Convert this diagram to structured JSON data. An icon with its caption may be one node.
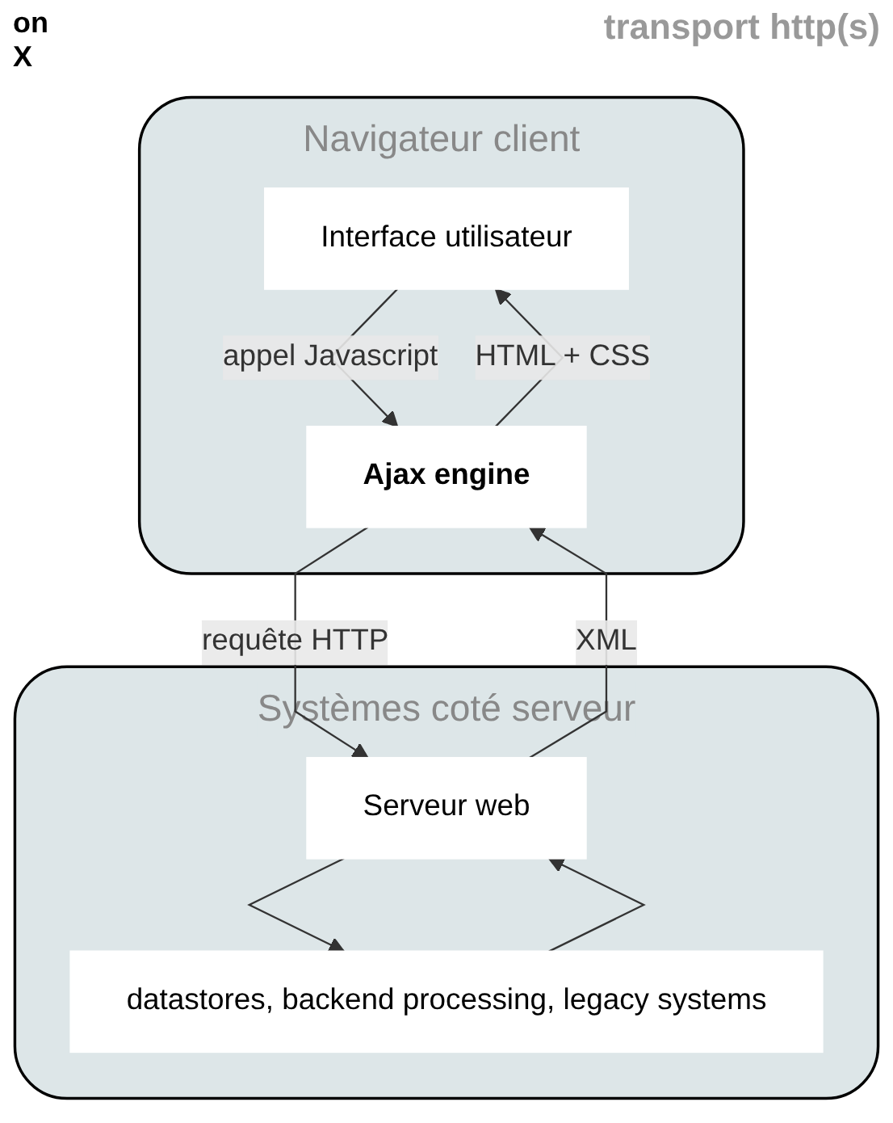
{
  "diagram": {
    "nodes": [
      {
        "text": [
          "Navigateur client"
        ]
      },
      {
        "text": [
          "Interface utilisateur"
        ],
        "in": 0
      },
      {
        "text": [
          "Ajax engine"
        ],
        "in": 0
      },
      {
        "text": [
          "Systèmes coté serveur"
        ]
      },
      {
        "text": [
          "Serveur web"
        ],
        "in": 3
      },
      {
        "text": [
          "datastores, backend processing, legacy systems"
        ],
        "in": 3
      }
    ],
    "edges": [
      {
        "from": 1,
        "to": 2,
        "arrow": "to",
        "label": "appel Javascript"
      },
      {
        "from": 2,
        "to": 1,
        "arrow": "to",
        "label": "HTML + CSS"
      },
      {
        "from": 2,
        "to": 4,
        "arrow": "to",
        "label": "requête HTTP"
      },
      {
        "from": 4,
        "to": 2,
        "arrow": "to",
        "label": "XML"
      },
      {
        "from": 4,
        "to": 5,
        "arrow": "to"
      },
      {
        "from": 5,
        "to": 4,
        "arrow": "to"
      }
    ],
    "labels": [
      "on",
      "X",
      "transport http(s)"
    ]
  }
}
